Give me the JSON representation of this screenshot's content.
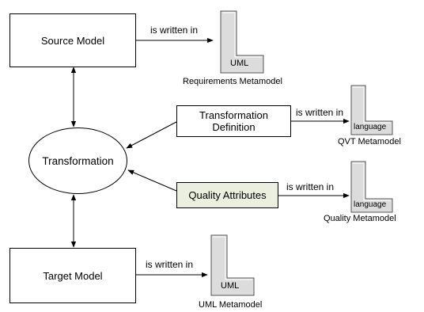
{
  "nodes": {
    "source_model": "Source Model",
    "target_model": "Target Model",
    "transformation": "Transformation",
    "transformation_definition": "Transformation Definition",
    "quality_attributes": "Quality Attributes"
  },
  "relations": {
    "written_in": "is written in"
  },
  "metamodels": {
    "requirements": {
      "tag": "UML",
      "caption": "Requirements Metamodel"
    },
    "qvt": {
      "tag": "language",
      "caption": "QVT Metamodel"
    },
    "quality": {
      "tag": "language",
      "caption": "Quality Metamodel"
    },
    "uml": {
      "tag": "UML",
      "caption": "UML Metamodel"
    }
  },
  "colors": {
    "quality_attributes_fill": "#ebefdf",
    "metamodel_fill": "#dcdcdc",
    "metamodel_stroke": "#555555"
  }
}
